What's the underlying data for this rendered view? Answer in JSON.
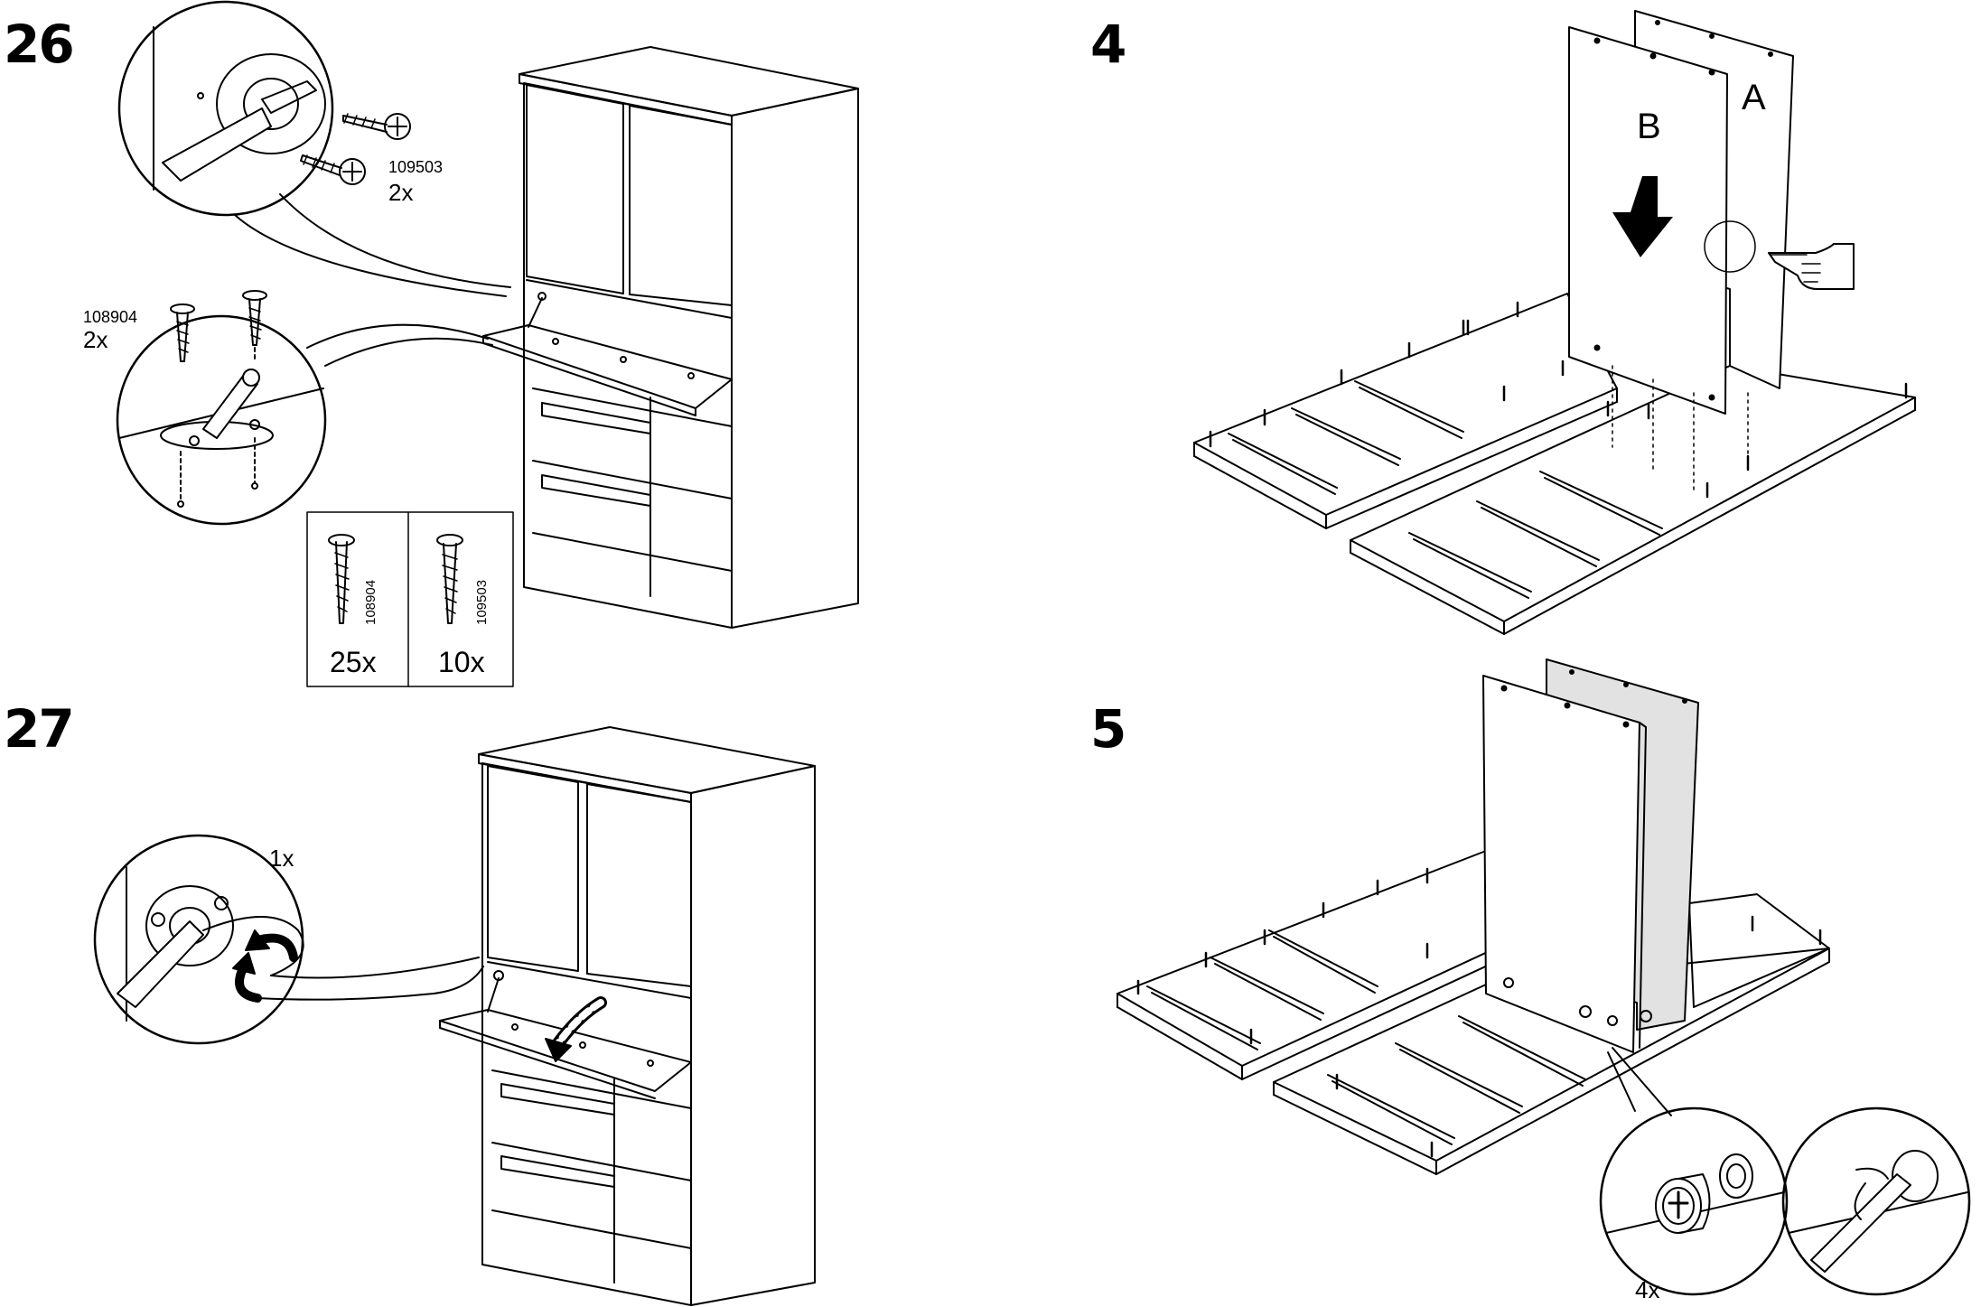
{
  "steps": [
    {
      "number": "26"
    },
    {
      "number": "27"
    },
    {
      "number": "4"
    },
    {
      "number": "5"
    }
  ],
  "step26": {
    "screw_upper_part": "109503",
    "screw_upper_qty": "2x",
    "screw_lower_part": "108904",
    "screw_lower_qty": "2x",
    "parts_box": [
      {
        "part": "108904",
        "count": "25x"
      },
      {
        "part": "109503",
        "count": "10x"
      }
    ]
  },
  "step27": {
    "cam_qty": "1x"
  },
  "step4": {
    "panel_front_label": "B",
    "panel_back_label": "A"
  },
  "step5": {
    "cam_qty": "4x"
  },
  "colors": {
    "line": "#000000",
    "panel_grey": "#e2e2e2",
    "background": "#ffffff"
  }
}
